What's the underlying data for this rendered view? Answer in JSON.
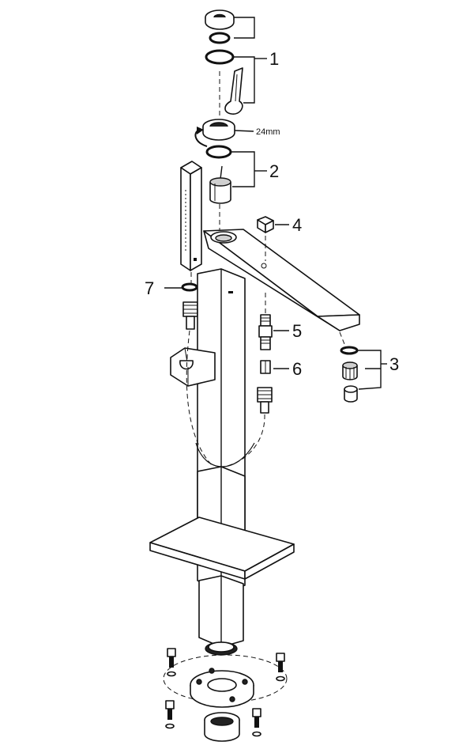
{
  "callouts": [
    {
      "id": "1",
      "label": "1"
    },
    {
      "id": "2",
      "label": "2"
    },
    {
      "id": "3",
      "label": "3"
    },
    {
      "id": "4",
      "label": "4"
    },
    {
      "id": "5",
      "label": "5"
    },
    {
      "id": "6",
      "label": "6"
    },
    {
      "id": "7",
      "label": "7"
    }
  ],
  "annotations": {
    "wrench_size": "24mm"
  }
}
